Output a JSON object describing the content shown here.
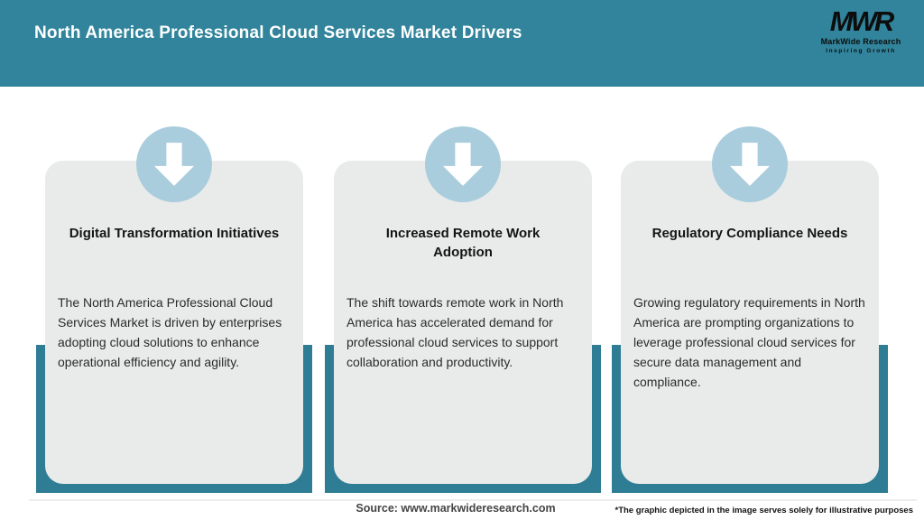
{
  "header": {
    "title": "North America Professional Cloud Services Market Drivers",
    "logo": {
      "monogram": "MWR",
      "name": "MarkWide Research",
      "tagline": "Inspiring Growth"
    }
  },
  "cards": [
    {
      "icon": "down-arrow-icon",
      "title": "Digital Transformation Initiatives",
      "body": "The North America Professional Cloud Services Market is driven by enterprises adopting cloud solutions to enhance operational efficiency and agility."
    },
    {
      "icon": "down-arrow-icon",
      "title": "Increased Remote Work Adoption",
      "body": "The shift towards remote work in North America has accelerated demand for professional cloud services to support collaboration and productivity."
    },
    {
      "icon": "down-arrow-icon",
      "title": "Regulatory Compliance Needs",
      "body": "Growing regulatory requirements in North America are prompting organizations to leverage professional cloud services for secure data management and compliance."
    }
  ],
  "footer": {
    "source": "Source: www.markwideresearch.com",
    "disclaimer": "*The graphic depicted in the image serves solely for illustrative purposes"
  },
  "colors": {
    "header_bg": "#31849b",
    "card_shadow_bg": "#2e7d95",
    "card_bg": "#e9ebea",
    "icon_circle_bg": "#a9cddd",
    "icon_arrow": "#ffffff",
    "header_text": "#ffffff",
    "body_text": "#2a2a2a"
  }
}
